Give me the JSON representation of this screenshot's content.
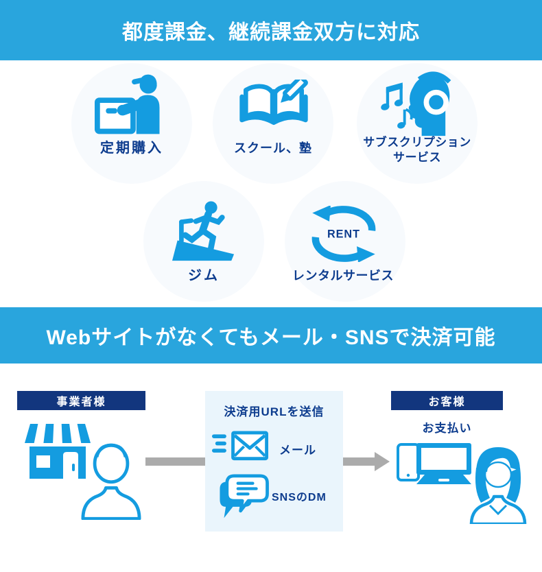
{
  "colors": {
    "banner_blue": "#29A5DD",
    "icon_blue": "#149CE0",
    "navy_text": "#0D3C8E",
    "navy_banner": "#12367E",
    "url_box_bg": "#EAF5FC",
    "arrow_gray": "#ABABAB"
  },
  "section_billing": {
    "banner": "都度課金、継続課金双方に対応",
    "items": [
      {
        "label": "定期購入",
        "icon": "delivery-person-icon"
      },
      {
        "label": "スクール、塾",
        "icon": "book-pencil-icon"
      },
      {
        "label": "サブスクリプション\nサービス",
        "icon": "music-subscription-icon"
      },
      {
        "label": "ジム",
        "icon": "treadmill-runner-icon"
      },
      {
        "label": "レンタルサービス",
        "icon": "rental-cycle-icon",
        "icon_text": "RENT"
      }
    ]
  },
  "section_flow": {
    "banner": "Webサイトがなくてもメール・SNSで決済可能",
    "merchant_label": "事業者様",
    "customer_label": "お客様",
    "payment_label": "お支払い",
    "url_box": {
      "title": "決済用URLを送信",
      "mail_label": "メール",
      "sns_label": "SNSのDM"
    },
    "icons": [
      "store-icon",
      "merchant-person-icon",
      "mail-send-icon",
      "sns-dm-icon",
      "smartphone-icon",
      "computer-icon",
      "customer-person-icon"
    ]
  }
}
